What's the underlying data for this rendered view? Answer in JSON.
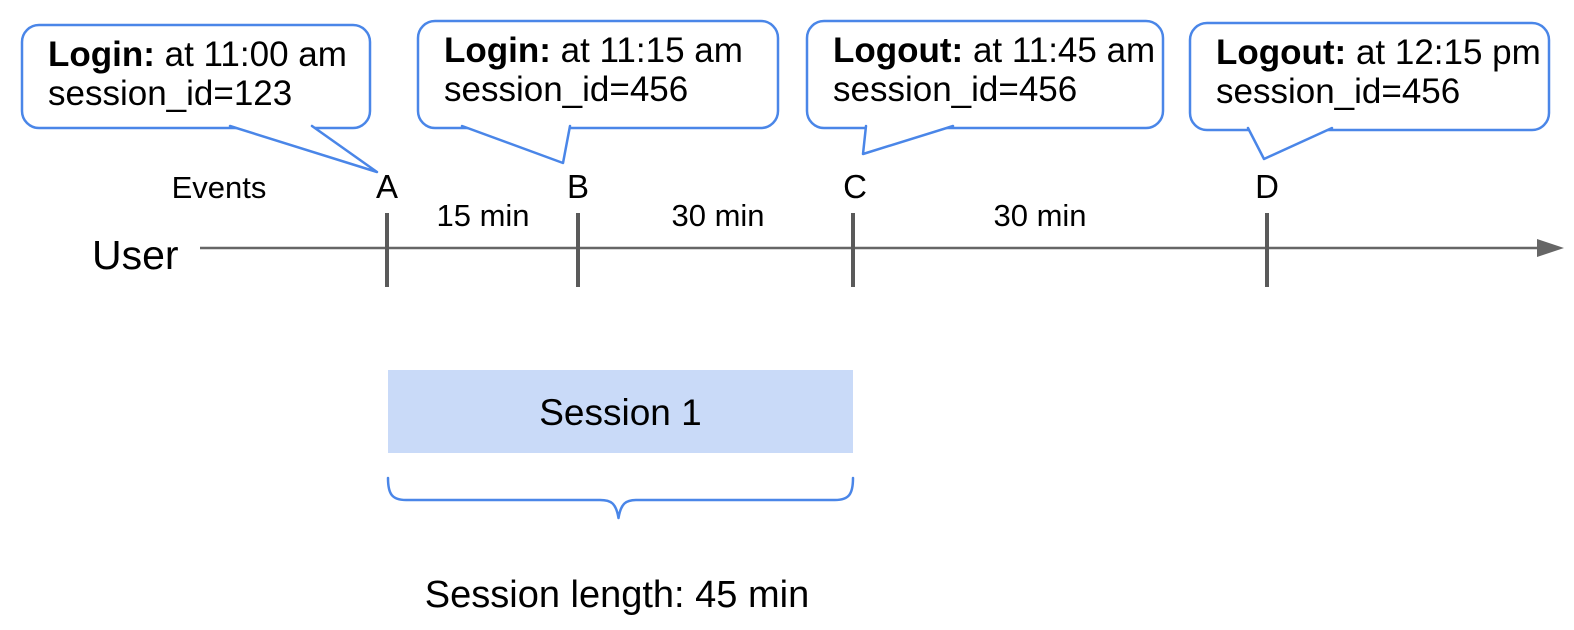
{
  "colors": {
    "accent_blue": "#4a86e8",
    "session_fill": "#c9daf8",
    "timeline_gray": "#666666",
    "tick_gray": "#5a5a5a",
    "text": "#000000"
  },
  "callouts": [
    {
      "event": "Login:",
      "time": "at 11:00 am",
      "session": "session_id=123"
    },
    {
      "event": "Login:",
      "time": "at 11:15 am",
      "session": "session_id=456"
    },
    {
      "event": "Logout:",
      "time": "at 11:45 am",
      "session": "session_id=456"
    },
    {
      "event": "Logout:",
      "time": "at 12:15 pm",
      "session": "session_id=456"
    }
  ],
  "timeline": {
    "axis_label": "User",
    "events_label": "Events",
    "markers": [
      "A",
      "B",
      "C",
      "D"
    ],
    "intervals": [
      "15 min",
      "30 min",
      "30 min"
    ]
  },
  "session": {
    "label": "Session 1",
    "length_caption": "Session length: 45 min"
  }
}
